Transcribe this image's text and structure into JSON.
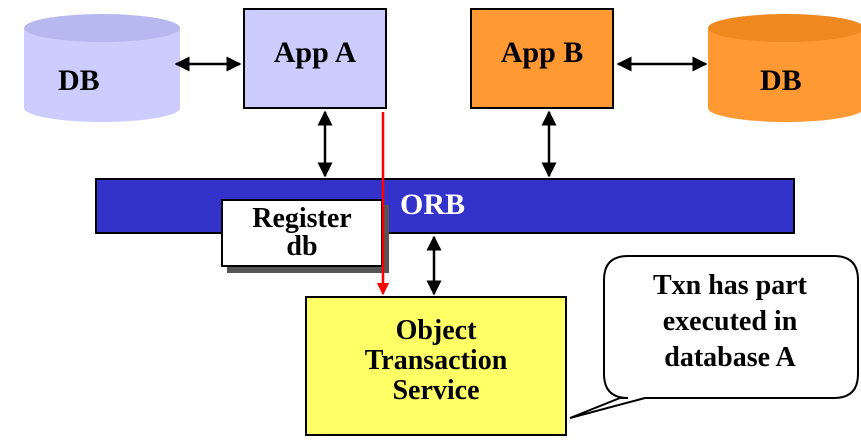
{
  "diagram": {
    "app_a": {
      "label": "App A"
    },
    "app_b": {
      "label": "App B"
    },
    "db_left": {
      "label": "DB"
    },
    "db_right": {
      "label": "DB"
    },
    "orb": {
      "label": "ORB"
    },
    "register": {
      "line1": "Register",
      "line2": "db"
    },
    "ots": {
      "line1": "Object",
      "line2": "Transaction",
      "line3": "Service"
    },
    "callout": {
      "line1": "Txn has part",
      "line2": "executed in",
      "line3": "database A"
    },
    "colors": {
      "app_a_fill": "#ccccff",
      "app_b_fill": "#ff9933",
      "db_left_fill": "#ccccff",
      "db_right_fill": "#ff9933",
      "orb_fill": "#3333cc",
      "ots_fill": "#ffff66",
      "register_fill": "#ffffff",
      "highlight_line": "#ff0000"
    }
  }
}
